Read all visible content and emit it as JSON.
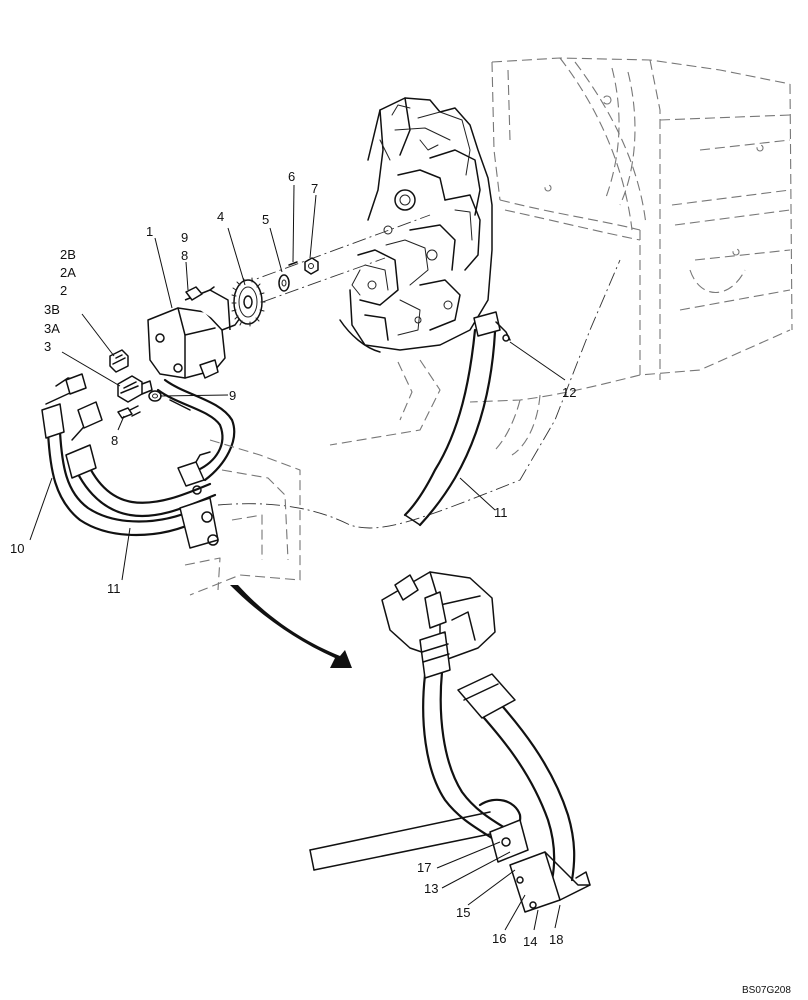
{
  "figure_code": "BS07G208",
  "callouts": {
    "c1": "1",
    "c2B": "2B",
    "c2A": "2A",
    "c2": "2",
    "c3B": "3B",
    "c3A": "3A",
    "c3": "3",
    "c4": "4",
    "c5": "5",
    "c6": "6",
    "c7": "7",
    "c8a": "8",
    "c8b": "8",
    "c9a": "9",
    "c9b": "9",
    "c10": "10",
    "c11a": "11",
    "c11b": "11",
    "c12": "12",
    "c13": "13",
    "c14": "14",
    "c15": "15",
    "c16": "16",
    "c17": "17",
    "c18": "18"
  }
}
